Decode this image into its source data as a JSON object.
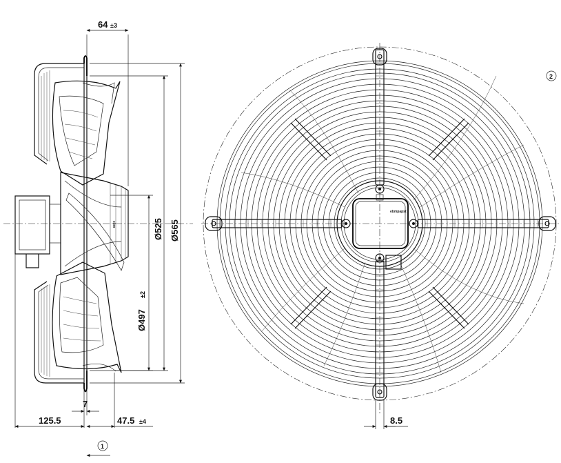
{
  "drawing": {
    "dimensions": {
      "depth_top": {
        "value": "64",
        "tolerance": "±3"
      },
      "dia_525": "Ø525",
      "dia_565": "Ø565",
      "dia_497": {
        "value": "Ø497",
        "tolerance": "±2"
      },
      "offset_7": "7",
      "depth_125": "125.5",
      "depth_47": {
        "value": "47.5",
        "tolerance": "±4"
      },
      "grille_8": "8.5"
    },
    "markers": {
      "airflow": "1",
      "rotation": "2"
    },
    "hub_text": "ebmpapst"
  }
}
